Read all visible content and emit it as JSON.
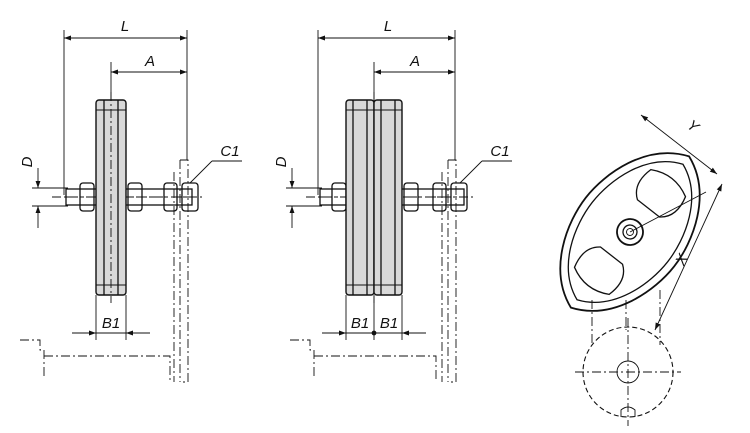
{
  "labels": {
    "left_view": {
      "L": "L",
      "A": "A",
      "D": "D",
      "C1": "C1",
      "B1": "B1"
    },
    "middle_view": {
      "L": "L",
      "A": "A",
      "D": "D",
      "C1": "C1",
      "B1_left": "B1",
      "B1_right": "B1"
    },
    "right_view": {
      "Y": "Y",
      "X": "X"
    }
  }
}
